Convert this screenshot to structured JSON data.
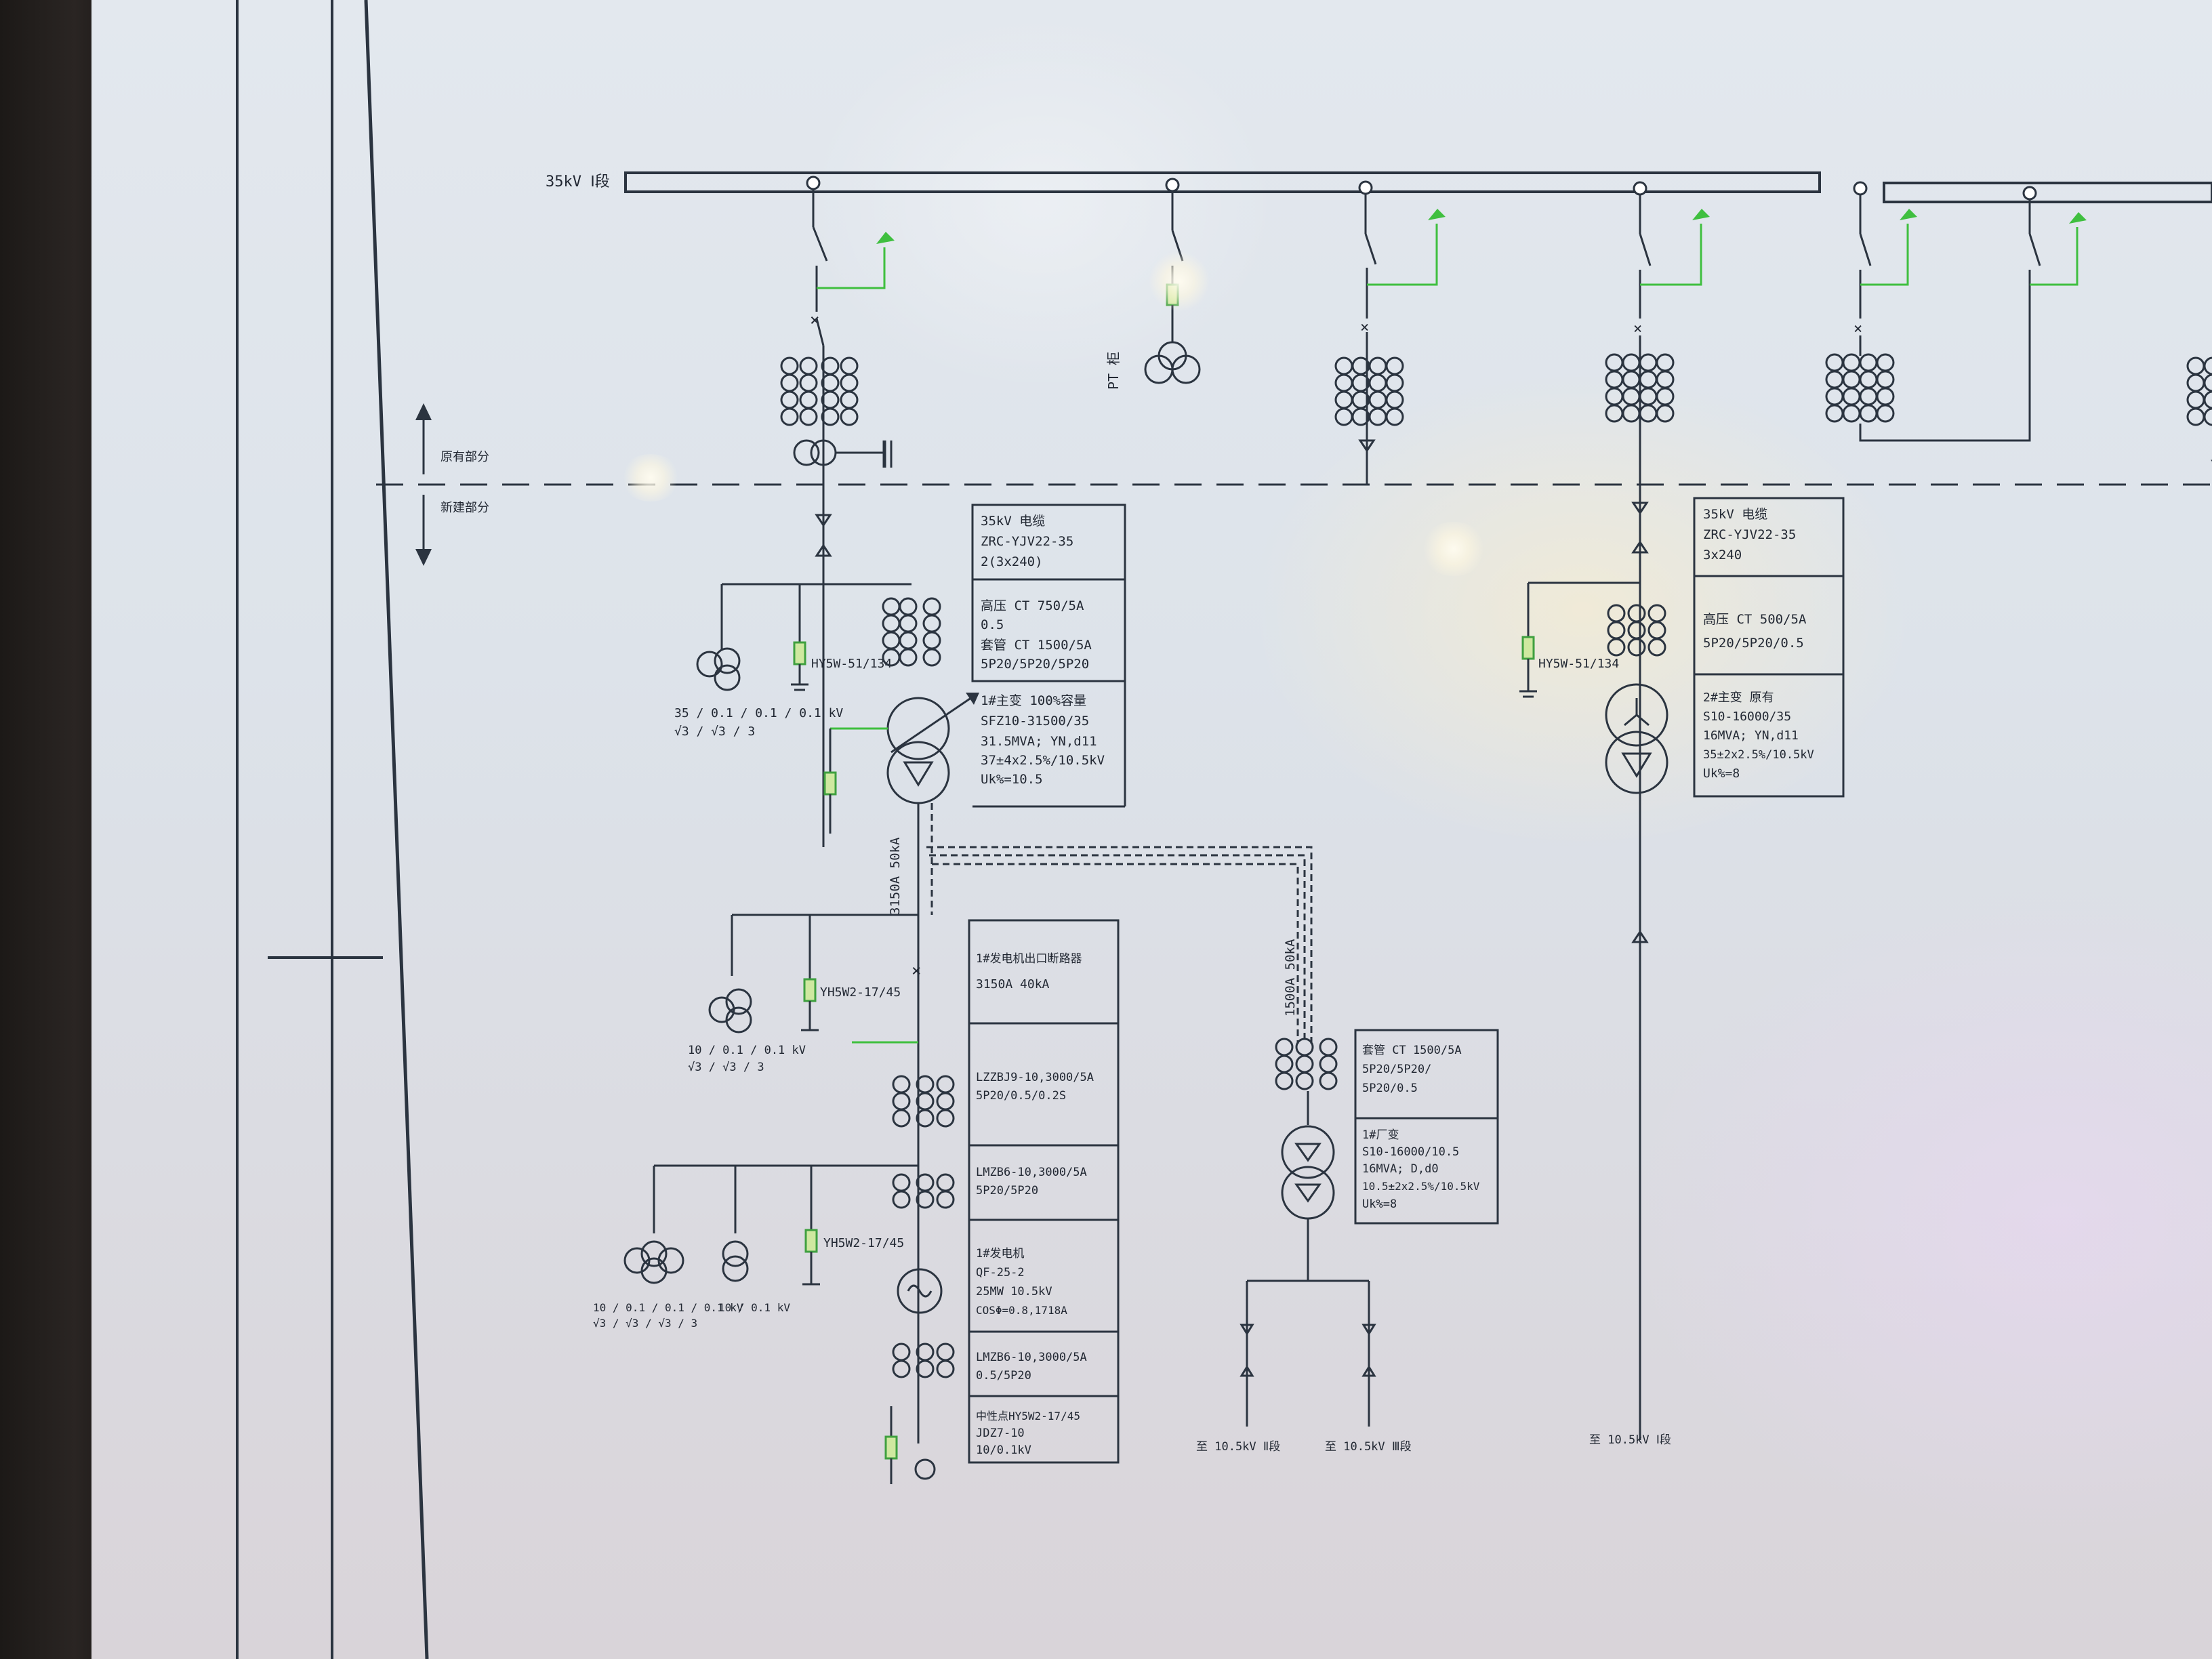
{
  "bus": {
    "label": "35kV Ⅰ段"
  },
  "zone": {
    "upper_label": "原有部分",
    "lower_label": "新建部分"
  },
  "left_feeder": {
    "cable_box": [
      "35kV 电缆",
      "ZRC-YJV22-35",
      "2(3x240)"
    ],
    "ct_box": [
      "高压 CT 750/5A",
      "0.5",
      "套管 CT 1500/5A",
      "5P20/5P20/5P20"
    ],
    "xfmr_box": [
      "1#主变 100%容量",
      "SFZ10-31500/35",
      "31.5MVA; YN,d11",
      "37±4x2.5%/10.5kV",
      "Uk%=10.5"
    ],
    "arrester": "HY5W-51/134",
    "pt_ratio": "35 / 0.1 / 0.1 / 0.1 kV",
    "pt_ratio_sub": "√3 / √3 / 3",
    "busduct": "3150A 50kA"
  },
  "gen_side": {
    "breaker_box": [
      "1#发电机出口断路器",
      "3150A 40kA"
    ],
    "ct1_box": [
      "LZZBJ9-10,3000/5A",
      "5P20/0.5/0.2S"
    ],
    "ct2_box": [
      "LMZB6-10,3000/5A",
      "5P20/5P20"
    ],
    "gen_box": [
      "1#发电机",
      "QF-25-2",
      "25MW 10.5kV",
      "COSΦ=0.8,1718A"
    ],
    "ct3_box": [
      "LMZB6-10,3000/5A",
      "0.5/5P20"
    ],
    "ground_box": [
      "中性点HY5W2-17/45",
      "JDZ7-10",
      "10/0.1kV"
    ],
    "arrester_1": "YH5W2-17/45",
    "arrester_2": "YH5W2-17/45",
    "pt1_ratio": "10 / 0.1 / 0.1 kV",
    "pt1_ratio_sub": "√3 / √3 / 3",
    "pt2_ratio": "10 / 0.1 / 0.1 / 0.1 kV",
    "pt2_ratio_sub": "√3 / √3 / √3 / 3",
    "pt3_ratio": "10 / 0.1 kV"
  },
  "mid_branch": {
    "busduct": "1500A 50kA",
    "ct_box": [
      "套管 CT 1500/5A",
      "5P20/5P20/",
      "5P20/0.5"
    ],
    "xfmr_box": [
      "1#厂变",
      "S10-16000/10.5",
      "16MVA; D,d0",
      "10.5±2x2.5%/10.5kV",
      "Uk%=8"
    ],
    "out_left": "至 10.5kV Ⅱ段",
    "out_right": "至 10.5kV Ⅲ段"
  },
  "right_feeder": {
    "cable_box": [
      "35kV 电缆",
      "ZRC-YJV22-35",
      "3x240"
    ],
    "ct_box": [
      "高压 CT 500/5A",
      "5P20/5P20/0.5"
    ],
    "xfmr_box": [
      "2#主变 原有",
      "S10-16000/35",
      "16MVA; YN,d11",
      "35±2x2.5%/10.5kV",
      "Uk%=8"
    ],
    "arrester": "HY5W-51/134",
    "out": "至 10.5kV Ⅰ段"
  },
  "pt_bay": {
    "label": "PT 柜"
  },
  "colors": {
    "line": "#2b3440",
    "ground_switch": "#3fbf3f",
    "arrester_fill": "#cfe8a0",
    "arrester_stroke": "#3fa03f"
  }
}
